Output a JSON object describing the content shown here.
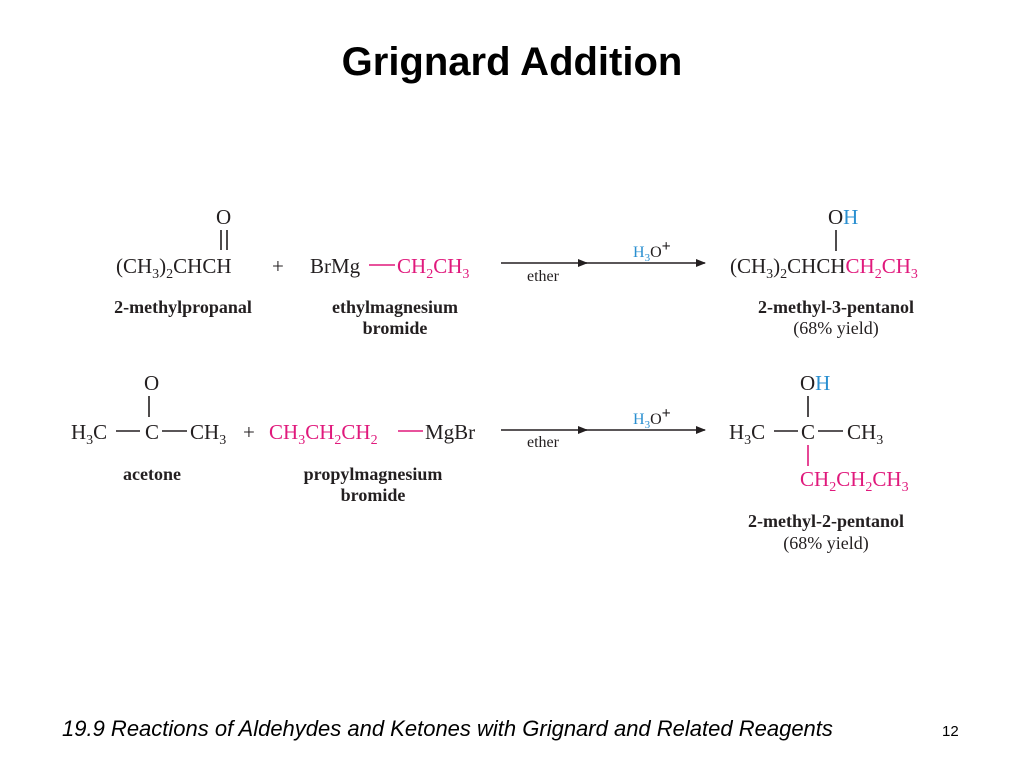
{
  "slide": {
    "title": "Grignard Addition",
    "footer": "19.9 Reactions of Aldehydes and Ketones with Grignard and Related Reagents",
    "page_number": "12"
  },
  "reaction1": {
    "reactant1": {
      "carbonyl_O": "O",
      "formula": [
        "(CH",
        "3",
        ")",
        "2",
        "CHCH"
      ],
      "name": "2-methylpropanal"
    },
    "plus": "+",
    "reagent": {
      "metal": "BrMg",
      "alkyl": [
        "CH",
        "2",
        "CH",
        "3"
      ],
      "name_line1": "ethylmagnesium",
      "name_line2": "bromide"
    },
    "condition1": "ether",
    "condition2": [
      "H",
      "3",
      "O",
      "+"
    ],
    "product": {
      "O": "O",
      "H": "H",
      "formula": [
        "(CH",
        "3",
        ")",
        "2",
        "CHCH"
      ],
      "alkyl": [
        "CH",
        "2",
        "CH",
        "3"
      ],
      "name": "2-methyl-3-pentanol",
      "yield": "(68% yield)"
    }
  },
  "reaction2": {
    "reactant1": {
      "carbonyl_O": "O",
      "left_group": [
        "H",
        "3",
        "C"
      ],
      "center": "C",
      "right_group": [
        "CH",
        "3"
      ],
      "name": "acetone"
    },
    "plus": "+",
    "reagent": {
      "alkyl": [
        "CH",
        "3",
        "CH",
        "2",
        "CH",
        "2"
      ],
      "metal": "MgBr",
      "name_line1": "propylmagnesium",
      "name_line2": "bromide"
    },
    "condition1": "ether",
    "condition2": [
      "H",
      "3",
      "O",
      "+"
    ],
    "product": {
      "O": "O",
      "H": "H",
      "left_group": [
        "H",
        "3",
        "C"
      ],
      "center": "C",
      "right_group": [
        "CH",
        "3"
      ],
      "alkyl": [
        "CH",
        "2",
        "CH",
        "2",
        "CH",
        "3"
      ],
      "name": "2-methyl-2-pentanol",
      "yield": "(68% yield)"
    }
  },
  "colors": {
    "reagent": "#e0197c",
    "hydrogen": "#2a8fd0",
    "text": "#231f20"
  }
}
